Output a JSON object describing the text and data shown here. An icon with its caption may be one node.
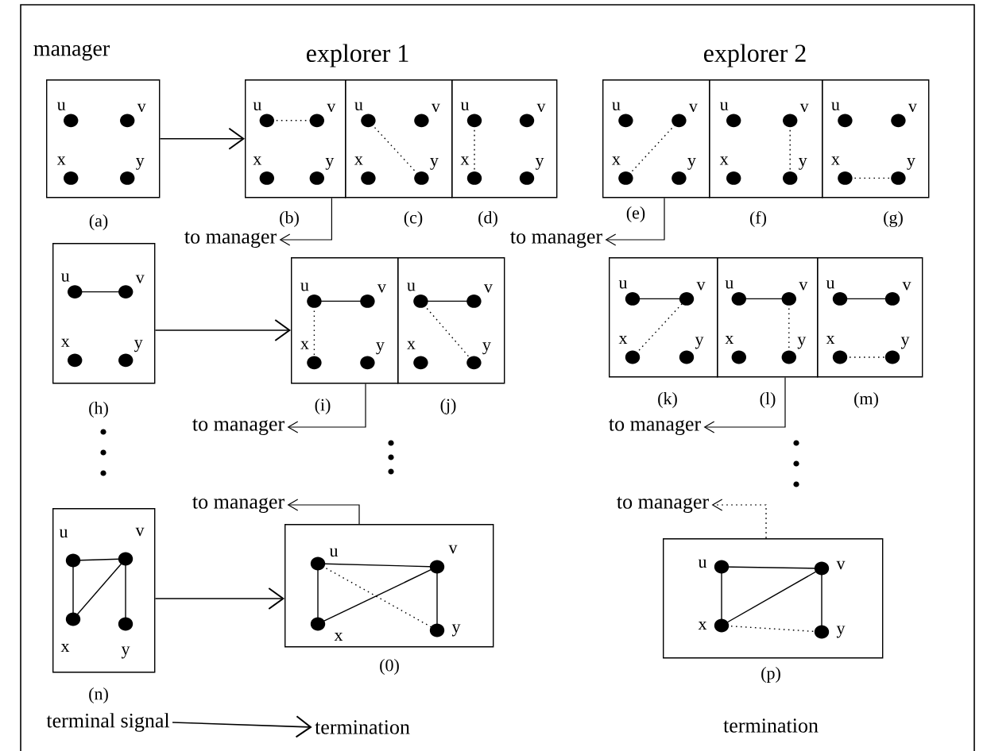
{
  "diagram": {
    "nodes": [
      {
        "text": [
          "u",
          "v",
          "x",
          "y"
        ],
        "beside": [
          "(a)"
        ]
      },
      {
        "text": [
          "u",
          "v",
          "x",
          "y"
        ],
        "beside": [
          "(b)"
        ]
      },
      {
        "text": [
          "u",
          "v",
          "x",
          "y"
        ],
        "beside": [
          "(c)"
        ]
      },
      {
        "text": [
          "u",
          "v",
          "x",
          "y"
        ],
        "beside": [
          "(d)"
        ]
      },
      {
        "text": [
          "u",
          "v",
          "x",
          "y"
        ],
        "beside": [
          "(e)"
        ]
      },
      {
        "text": [
          "u",
          "v",
          "x",
          "y"
        ],
        "beside": [
          "(f)"
        ]
      },
      {
        "text": [
          "u",
          "v",
          "x",
          "y"
        ],
        "beside": [
          "(g)"
        ]
      },
      {
        "text": [
          "to manager"
        ]
      },
      {
        "text": [
          "to manager"
        ]
      },
      {
        "text": [
          "u",
          "v",
          "x",
          "y"
        ],
        "beside": [
          "(h)"
        ]
      },
      {
        "text": [
          "u",
          "v",
          "x",
          "y"
        ],
        "beside": [
          "(i)"
        ]
      },
      {
        "text": [
          "u",
          "v",
          "x",
          "y"
        ],
        "beside": [
          "(j)"
        ]
      },
      {
        "text": [
          "u",
          "v",
          "x",
          "y"
        ],
        "beside": [
          "(k)"
        ]
      },
      {
        "text": [
          "u",
          "v",
          "x",
          "y"
        ],
        "beside": [
          "(l)"
        ]
      },
      {
        "text": [
          "u",
          "v",
          "x",
          "y"
        ],
        "beside": [
          "(m)"
        ]
      },
      {
        "text": [
          "to manager"
        ]
      },
      {
        "text": [
          "to manager"
        ]
      },
      {
        "text": [
          "to manager"
        ]
      },
      {
        "text": [
          "to manager"
        ]
      },
      {
        "text": [
          "u",
          "v",
          "x",
          "y"
        ],
        "beside": [
          "(n)"
        ]
      },
      {
        "text": [
          "u",
          "v",
          "x",
          "y"
        ],
        "beside": [
          "(0)"
        ]
      },
      {
        "text": [
          "u",
          "v",
          "x",
          "y"
        ],
        "beside": [
          "(p)",
          "termination"
        ]
      },
      {
        "text": [
          "terminal signal"
        ]
      },
      {
        "text": [
          "termination"
        ]
      }
    ],
    "edges": [
      {
        "from": 0,
        "to": 1,
        "arrow": "to"
      },
      {
        "from": 1,
        "to": 7,
        "arrow": "to"
      },
      {
        "from": 4,
        "to": 8,
        "arrow": "to"
      },
      {
        "from": 9,
        "to": 10,
        "arrow": "to"
      },
      {
        "from": 10,
        "to": 15,
        "arrow": "to"
      },
      {
        "from": 13,
        "to": 16,
        "arrow": "to"
      },
      {
        "from": 20,
        "to": 17,
        "arrow": "to"
      },
      {
        "from": 21,
        "to": 18,
        "arrow": "to",
        "style": "dashed"
      },
      {
        "from": 19,
        "to": 20,
        "arrow": "to"
      },
      {
        "from": 22,
        "to": 23,
        "arrow": "to"
      }
    ],
    "labels": [
      "manager",
      "explorer 1",
      "explorer 2"
    ]
  }
}
